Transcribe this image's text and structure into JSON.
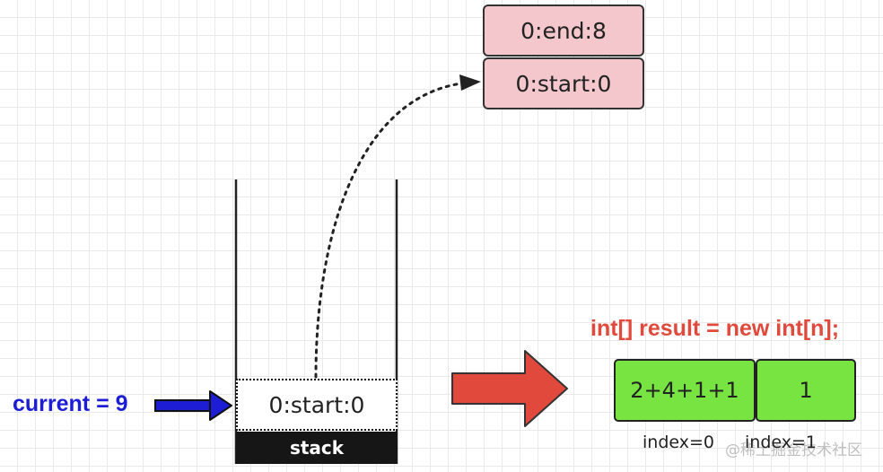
{
  "log": {
    "end_entry": "0:end:8",
    "start_entry": "0:start:0"
  },
  "stack": {
    "top_entry": "0:start:0",
    "label": "stack"
  },
  "current": {
    "label": "current = 9"
  },
  "result": {
    "declaration": "int[] result = new int[n];",
    "cells": [
      "2+4+1+1",
      "1"
    ],
    "indices": [
      "index=0",
      "index=1"
    ]
  },
  "watermark": "@稀土掘金技术社区",
  "colors": {
    "log_box": "#f4c7cc",
    "result_cell": "#77e442",
    "current_arrow": "#1d1dd6",
    "transform_arrow": "#e0493c",
    "result_text": "#e0493c"
  }
}
